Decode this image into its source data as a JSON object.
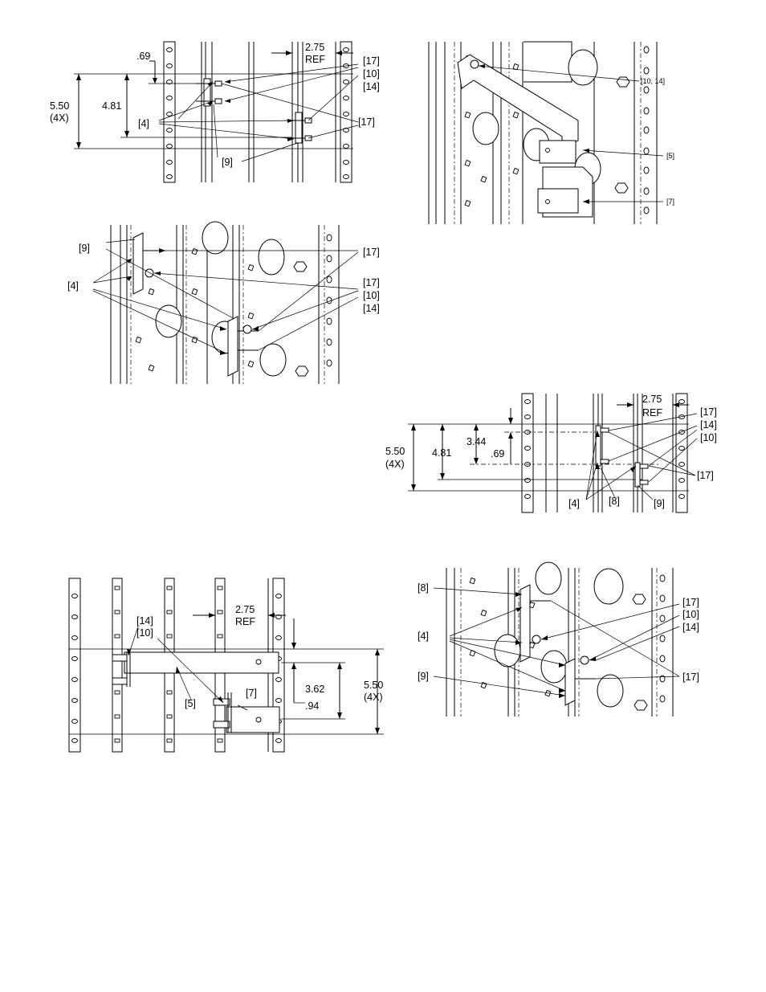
{
  "figures": [
    {
      "id": "front-view-top",
      "dimensions": [
        ".69",
        "5.50",
        "(4X)",
        "4.81",
        "2.75",
        "REF"
      ],
      "callouts": [
        "[17]",
        "[10]",
        "[14]",
        "[4]",
        "[17]",
        "[9]"
      ]
    },
    {
      "id": "isometric-top-right",
      "callouts": [
        "[10, 14]",
        "[5]",
        "[7]"
      ]
    },
    {
      "id": "isometric-middle-left",
      "callouts": [
        "[9]",
        "[17]",
        "[4]",
        "[17]",
        "[10]",
        "[14]"
      ]
    },
    {
      "id": "front-view-middle-right",
      "dimensions": [
        "2.75",
        "REF",
        "5.50",
        "(4X)",
        "4.81",
        "3.44",
        ".69"
      ],
      "callouts": [
        "[17]",
        "[14]",
        "[10]",
        "[17]",
        "[4]",
        "[8]",
        "[9]"
      ]
    },
    {
      "id": "front-view-bottom-left",
      "dimensions": [
        "2.75",
        "REF",
        "3.62",
        ".94",
        "5.50",
        "(4X)"
      ],
      "callouts": [
        "[14]",
        "[10]",
        "[5]",
        "[7]"
      ]
    },
    {
      "id": "isometric-bottom-right",
      "callouts": [
        "[8]",
        "[4]",
        "[9]",
        "[17]",
        "[10]",
        "[14]",
        "[17]"
      ]
    }
  ]
}
